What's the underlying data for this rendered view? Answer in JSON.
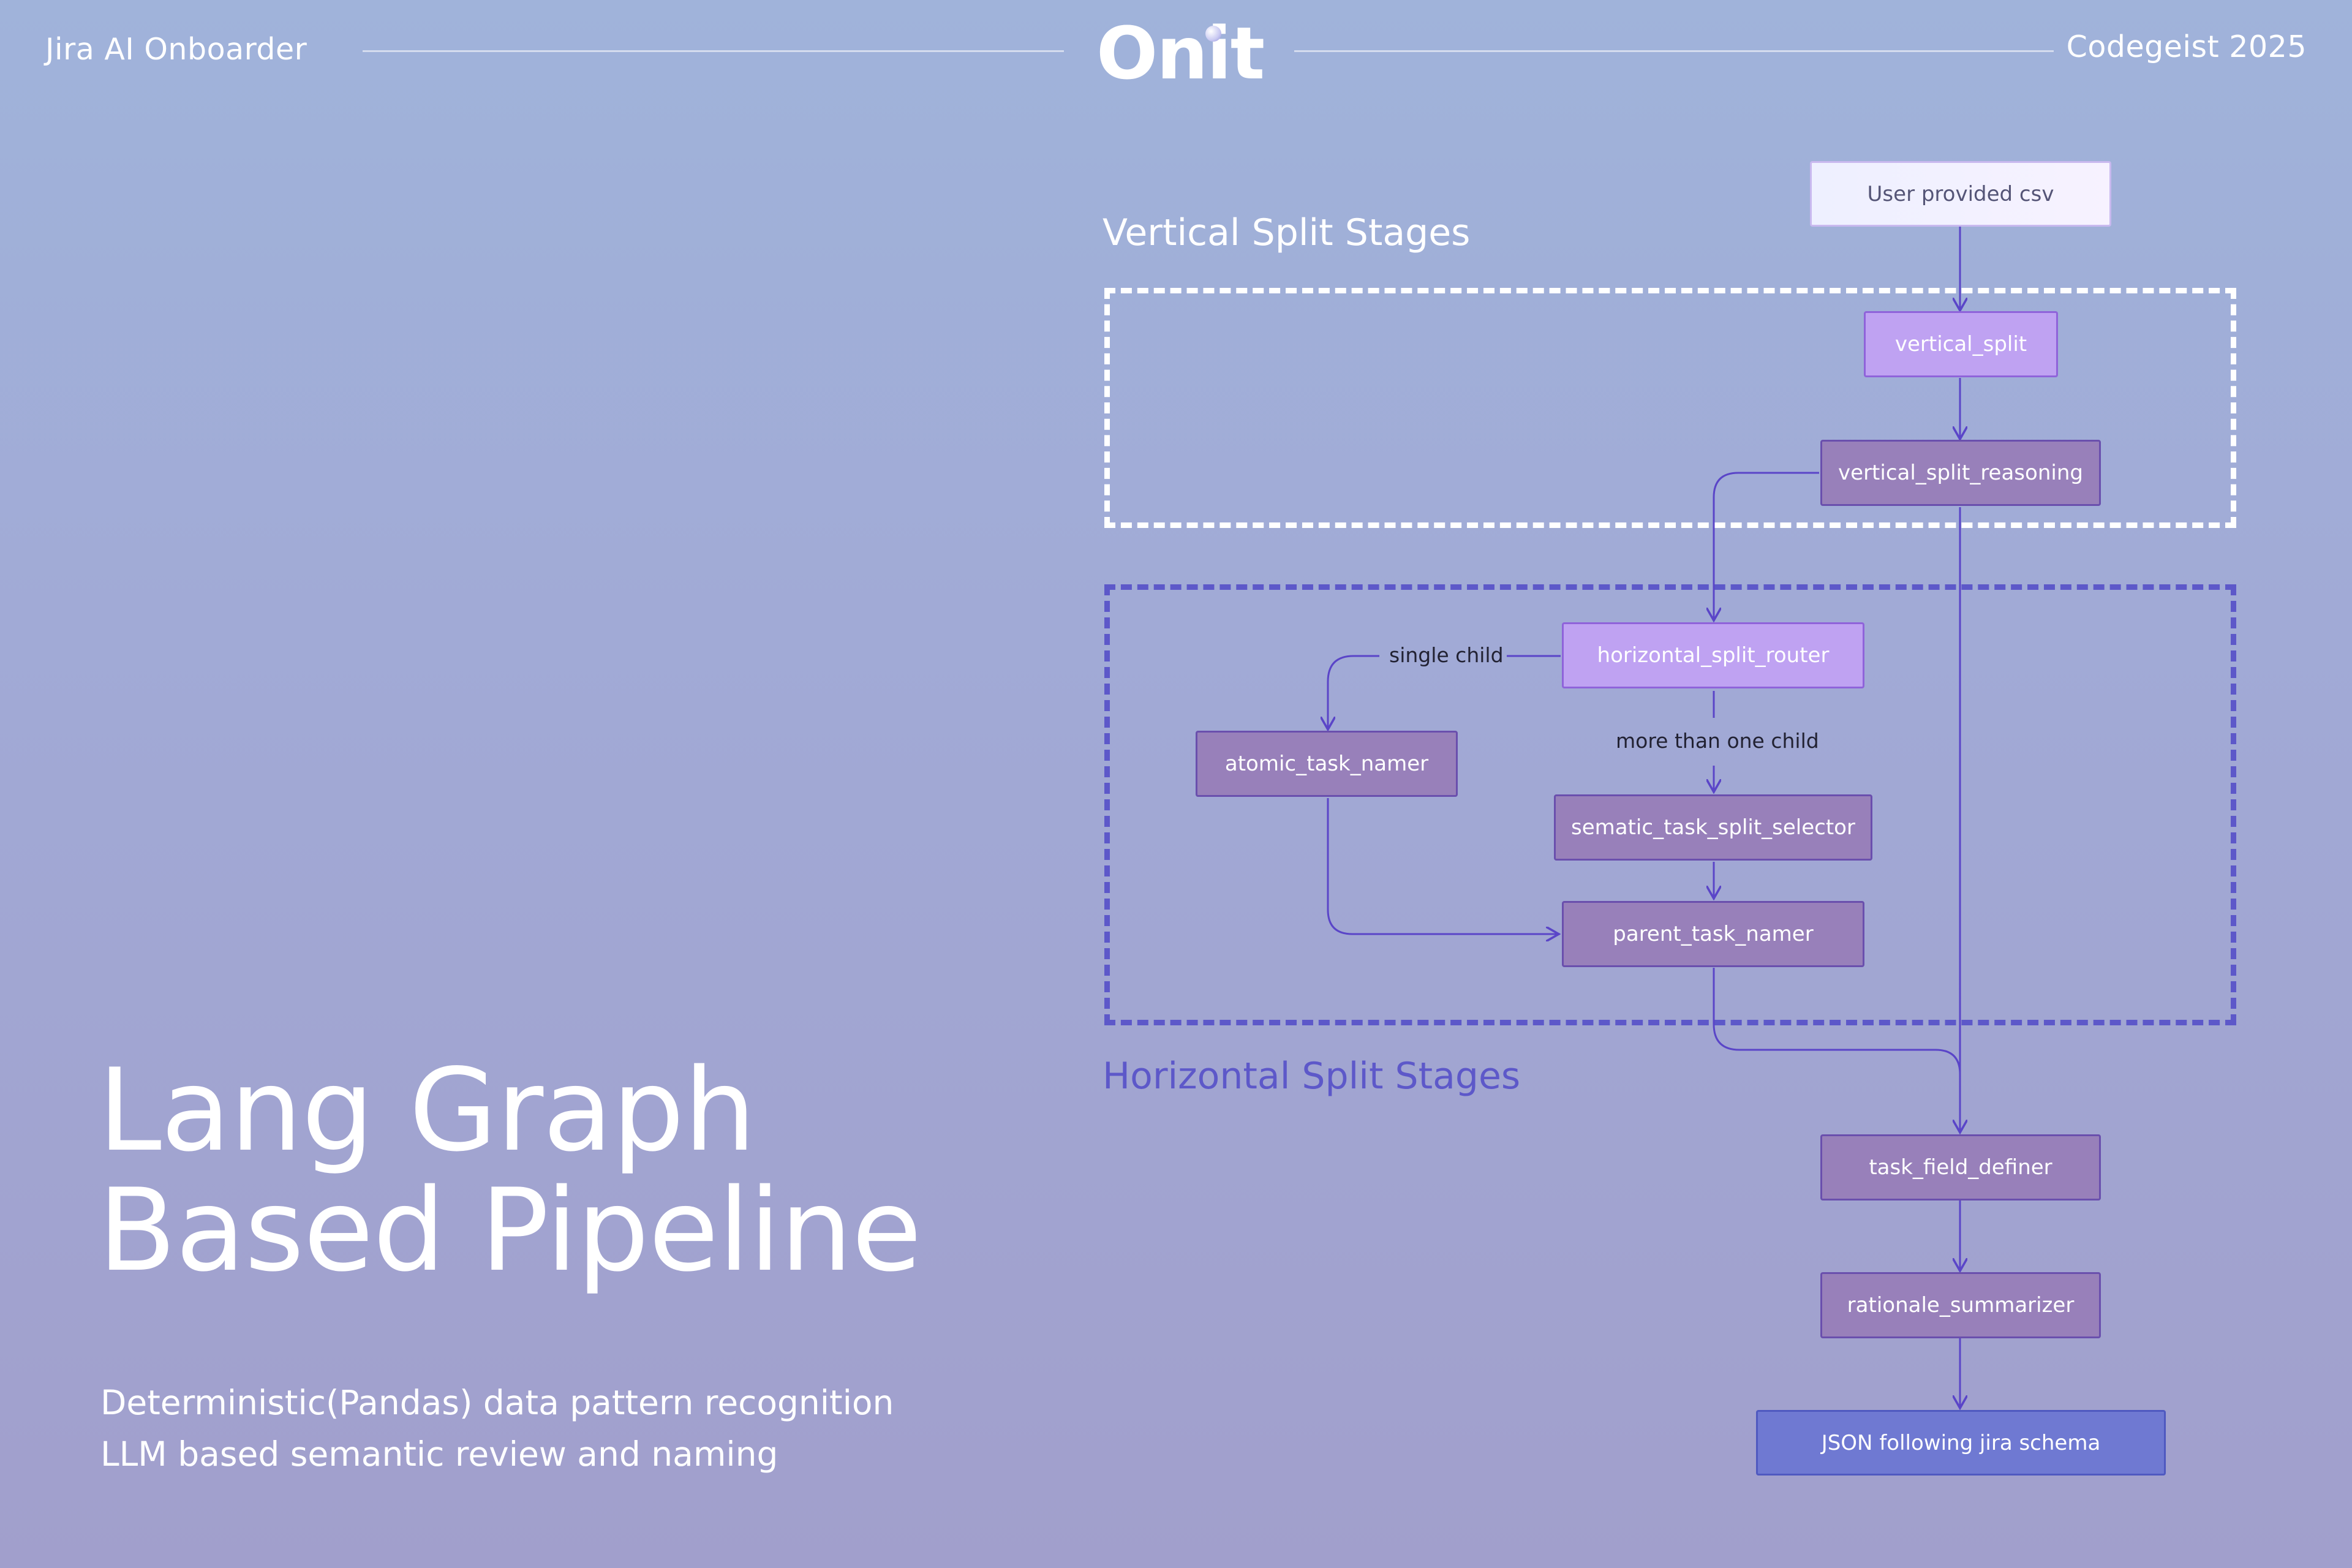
{
  "header": {
    "left": "Jira AI Onboarder",
    "logo": "Onit",
    "right": "Codegeist 2025"
  },
  "hero": {
    "title_line1": "Lang Graph",
    "title_line2": "Based Pipeline",
    "subtitle_line1": "Deterministic(Pandas) data pattern recognition",
    "subtitle_line2": "LLM based semantic review and naming"
  },
  "diagram": {
    "sections": {
      "vertical": "Vertical Split Stages",
      "horizontal": "Horizontal Split Stages"
    },
    "nodes": {
      "input": "User provided csv",
      "vertical_split": "vertical_split",
      "vertical_split_reasoning": "vertical_split_reasoning",
      "horizontal_split_router": "horizontal_split_router",
      "atomic_task_namer": "atomic_task_namer",
      "semantic_task_split_selector": "sematic_task_split_selector",
      "parent_task_namer": "parent_task_namer",
      "task_field_definer": "task_field_definer",
      "rationale_summarizer": "rationale_summarizer",
      "output": "JSON following jira schema"
    },
    "edge_labels": {
      "single_child": "single child",
      "more_than_one_child": "more than one child"
    },
    "colors": {
      "edge": "#5a45c8",
      "vertical_region_border": "#ffffff",
      "horizontal_region_border": "#5d58c9",
      "light_node": "#bfa2f2",
      "dark_node": "#9880ba",
      "output_node": "#6f79d2"
    }
  }
}
